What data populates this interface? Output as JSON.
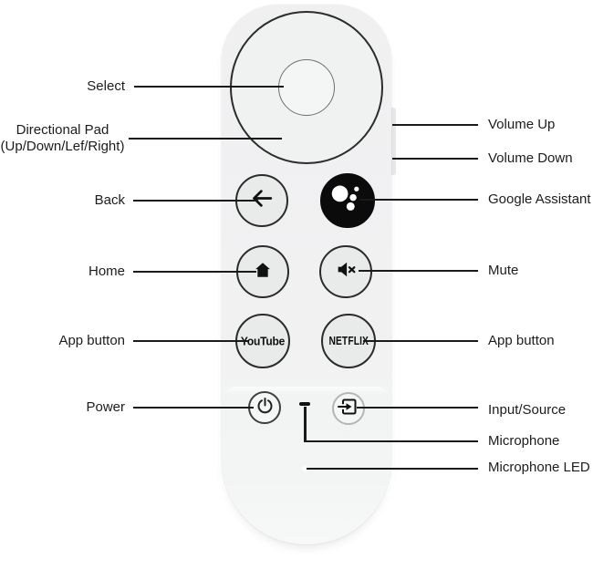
{
  "diagram": {
    "subject": "Google TV voice remote labeled diagram",
    "colors": {
      "background": "#ffffff",
      "remote_body": "#f1f1f2",
      "button_fill": "#e9eaea",
      "button_outline": "#2b2b2b",
      "assistant_button": "#0b0b0b",
      "callout_line": "#1a1a1a",
      "label_text": "#1c1c1c"
    }
  },
  "remote": {
    "buttons": {
      "youtube_label": "YouTube",
      "netflix_label": "NETFLIX"
    },
    "icons": {
      "back": "arrow-left",
      "assistant": "google-assistant-dots",
      "home": "house",
      "mute": "speaker-muted-x",
      "power": "power-symbol",
      "input": "arrow-into-box",
      "microphone": "mic-hole-dash",
      "microphone_led": "led-dot",
      "volume_rocker": "side-rocker"
    }
  },
  "callouts": {
    "left": [
      {
        "label": "Select"
      },
      {
        "label": "Directional Pad",
        "label2": "(Up/Down/Lef/Right)"
      },
      {
        "label": "Back"
      },
      {
        "label": "Home"
      },
      {
        "label": "App button"
      },
      {
        "label": "Power"
      }
    ],
    "right": [
      {
        "label": "Volume Up"
      },
      {
        "label": "Volume Down"
      },
      {
        "label": "Google Assistant"
      },
      {
        "label": "Mute"
      },
      {
        "label": "App button"
      },
      {
        "label": "Input/Source"
      },
      {
        "label": "Microphone"
      },
      {
        "label": "Microphone LED"
      }
    ]
  }
}
